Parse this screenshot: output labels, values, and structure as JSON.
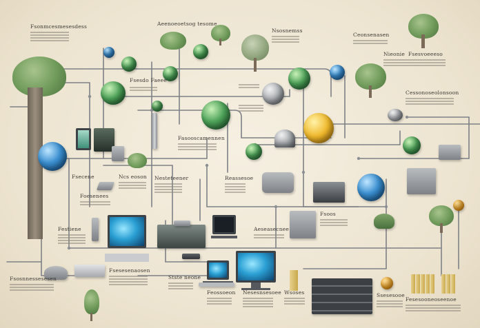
{
  "labels": {
    "top_left": "Fsonmcesmesesdess",
    "top_center": "Aeenoeoetsog tesome",
    "top_center_right": "Nsosnemss",
    "top_right_a": "Ceonsenasen",
    "top_right_b": "Nieonie",
    "top_right_c": "Fsesvoeeeso",
    "mid_left_label": "Fsesdo Faeee",
    "mid_right": "Cessonoseolonsoon",
    "center_label": "Fasooscamennen",
    "left_a": "Fsecene",
    "left_b": "Foesenees",
    "left_c": "Festiene",
    "center_a": "Ncs eoson",
    "center_b": "Nesteteener",
    "center_c": "Reassesoe",
    "center_d": "Aeseasecnee",
    "right_a": "Fsoos",
    "bottom_left": "Fsosnnessesesen",
    "bottom_a": "Fsesesenaosen",
    "bottom_b": "Stste neone",
    "bottom_c": "Feossoeon",
    "bottom_d": "Nesesnsesoee",
    "bottom_e": "Wsoses",
    "bottom_f": "Ssesesooe",
    "bottom_g": "Fesesooneoseenoe"
  },
  "colors": {
    "background": "#efe7d6",
    "wire": "#7d8086",
    "globe_blue": "#2e7fc2",
    "globe_green": "#3f8f4a",
    "accent_yellow": "#f0b92c"
  },
  "icons": [
    "tree-icon",
    "globe-icon",
    "monitor-icon",
    "server-icon",
    "satellite-dish-icon",
    "lightbulb-icon",
    "microscope-icon",
    "books-icon"
  ]
}
